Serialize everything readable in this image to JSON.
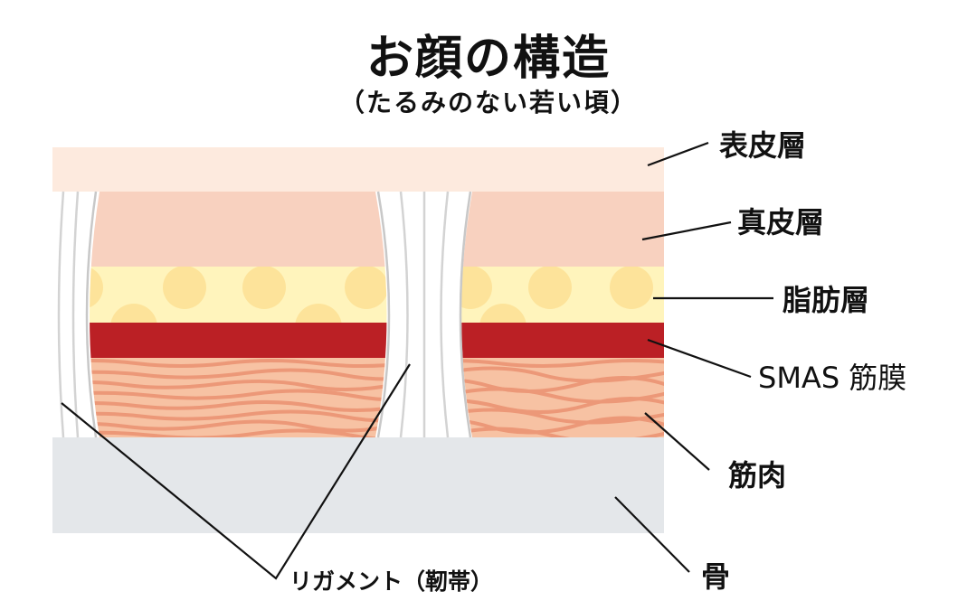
{
  "title": "お顔の構造",
  "subtitle": "（たるみのない若い頃）",
  "layers": [
    {
      "id": "epidermis",
      "label": "表皮層",
      "color": "#fdeade"
    },
    {
      "id": "dermis",
      "label": "真皮層",
      "color": "#f8d1bf"
    },
    {
      "id": "fat",
      "label": "脂肪層",
      "color": "#fff4bc"
    },
    {
      "id": "smas",
      "label": "SMAS 筋膜",
      "color": "#bb2025"
    },
    {
      "id": "muscle",
      "label": "筋肉",
      "color": "#f7c2a3"
    },
    {
      "id": "bone",
      "label": "骨",
      "color": "#e4e7ea"
    }
  ],
  "ligament_label": "リガメント（靭帯）"
}
